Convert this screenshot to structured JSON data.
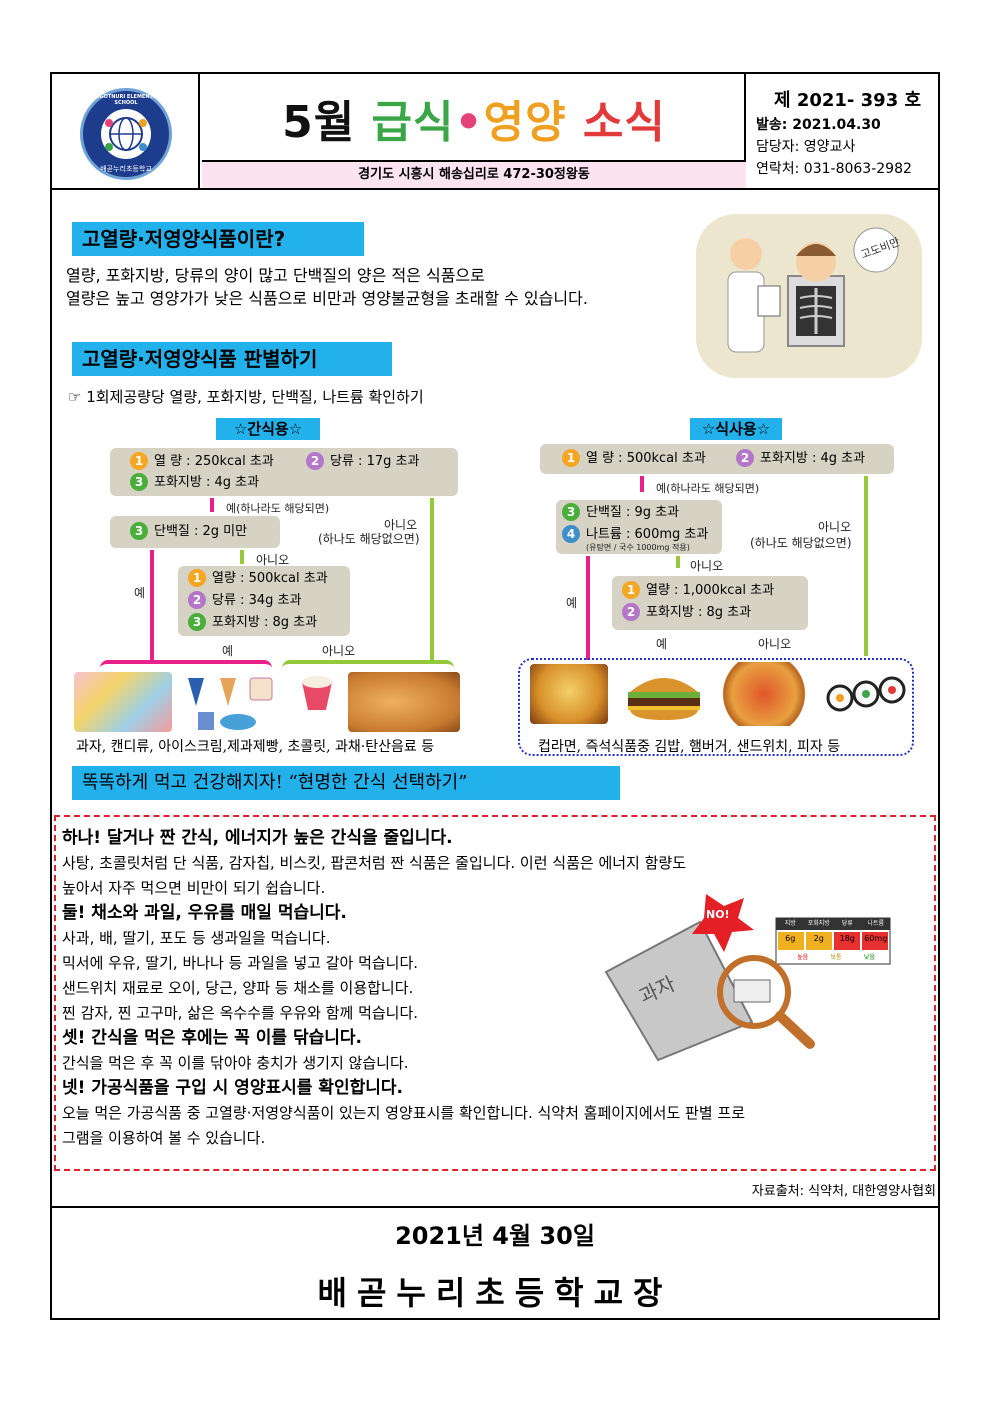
{
  "header": {
    "logo_text_top": "BAEGOTNURI ELEMENTARY SCHOOL",
    "logo_text_bottom": "배곧누리초등학교",
    "title_month": "5월",
    "title_geup": "급식",
    "title_dot": "•",
    "title_young": "영양",
    "title_so": "소식",
    "address": "경기도 시흥시 해송십리로 472-30정왕동",
    "issue": "제 2021- 393 호",
    "issued": "발송: 2021.04.30",
    "manager": "담당자: 영양교사",
    "contact": "연락처: 031-8063-2982"
  },
  "section1": {
    "heading": "고열량·저영양식품이란?",
    "line1": "열량, 포화지방, 당류의 양이 많고 단백질의 양은 적은 식품으로",
    "line2": "열량은 높고 영양가가 낮은 식품으로 비만과 영양불균형을 초래할 수 있습니다.",
    "illustration_label": "고도비만"
  },
  "section2": {
    "heading": "고열량·저영양식품 판별하기",
    "note": "☞  1회제공량당 열량, 포화지방, 단백질, 나트륨 확인하기",
    "snack": {
      "label": "☆간식용☆",
      "c1_num": "1",
      "c1": "열    량 : 250kcal 초과",
      "c2_num": "2",
      "c2": "당류 : 17g 초과",
      "c3_num": "3",
      "c3": "포화지방 : 4g 초과",
      "yes_any": "예(하나라도 해당되면)",
      "no_none": "아니오",
      "no_none2": "(하나도 해당없으면)",
      "c4_num": "3",
      "c4": "단백질 : 2g 미만",
      "no1": "아니오",
      "yes_left": "예",
      "d1_num": "1",
      "d1": "열량 : 500kcal 초과",
      "d2_num": "2",
      "d2": "당류 : 34g 초과",
      "d3_num": "3",
      "d3": "포화지방 : 8g 초과",
      "yes_bottom": "예",
      "no_bottom": "아니오",
      "caption": "과자, 캔디류, 아이스크림,제과제빵, 초콜릿, 과채·탄산음료 등"
    },
    "meal": {
      "label": "☆식사용☆",
      "c1_num": "1",
      "c1": "열    량 : 500kcal 초과",
      "c2_num": "2",
      "c2": "포화지방 : 4g 초과",
      "yes_any": "예(하나라도 해당되면)",
      "no_none": "아니오",
      "no_none2": "(하나도 해당없으면)",
      "c3_num": "3",
      "c3": "단백질 : 9g 초과",
      "c4_num": "4",
      "c4": "나트륨 : 600mg 초과",
      "c4_note": "(유탕면 / 국수 1000mg 적용)",
      "no1": "아니오",
      "yes_left": "예",
      "d1_num": "1",
      "d1": "열량 : 1,000kcal 초과",
      "d2_num": "2",
      "d2": "포화지방 : 8g 초과",
      "yes_bottom": "예",
      "no_bottom": "아니오",
      "caption": "컵라면, 즉석식품중 김밥, 햄버거, 샌드위치, 피자 등"
    }
  },
  "section3": {
    "heading": "똑똑하게 먹고 건강해지자! “현명한 간식 선택하기”",
    "tip1_head": "하나! 달거나 짠 간식, 에너지가 높은 간식을 줄입니다.",
    "tip1_l1": " 사탕, 초콜릿처럼 단 식품, 감자칩, 비스킷, 팝콘처럼 짠 식품은 줄입니다. 이런 식품은 에너지 함량도",
    "tip1_l2": " 높아서 자주 먹으면 비만이 되기 쉽습니다.",
    "tip2_head": "둘! 채소와 과일, 우유를 매일 먹습니다.",
    "tip2_l1": " 사과, 배, 딸기, 포도 등 생과일을 먹습니다.",
    "tip2_l2": " 믹서에 우유, 딸기, 바나나 등 과일을 넣고 갈아 먹습니다.",
    "tip2_l3": " 샌드위치 재료로 오이, 당근, 양파 등 채소를 이용합니다.",
    "tip2_l4": " 찐 감자, 찐 고구마, 삶은 옥수수를 우유와 함께 먹습니다.",
    "tip3_head": "셋! 간식을 먹은 후에는 꼭 이를 닦습니다.",
    "tip3_l1": " 간식을 먹은 후 꼭 이를 닦아야 충치가 생기지 않습니다.",
    "tip4_head": "넷! 가공식품을 구입 시 영양표시를 확인합니다.",
    "tip4_l1": " 오늘 먹은 가공식품 중 고열량·저영양식품이 있는지 영양표시를 확인합니다. 식약처 홈페이지에서도     판별 프로",
    "tip4_l2": "그램을 이용하여 볼 수 있습니다.",
    "bag_label": "과자",
    "no_badge": "NO!",
    "label_headers": [
      "지방",
      "포화지방",
      "당류",
      "나트륨"
    ],
    "label_values": [
      "6g",
      "2g",
      "18g",
      "60mg"
    ],
    "label_legend": [
      "높음",
      "보통",
      "낮음"
    ]
  },
  "footer": {
    "source": "자료출처: 식약처, 대한영양사협회",
    "date": "2021년  4월  30일",
    "principal": "배곧누리초등학교장"
  }
}
